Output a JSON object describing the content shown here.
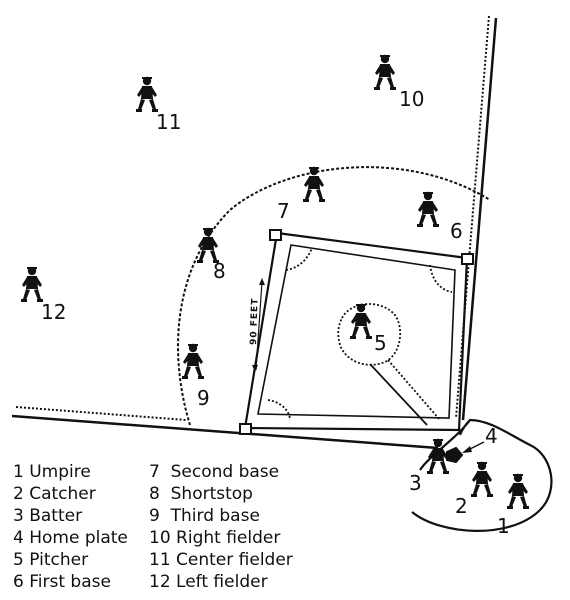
{
  "distance_label": "90 FEET",
  "position_numbers": {
    "umpire": "1",
    "catcher": "2",
    "batter": "3",
    "home_plate": "4",
    "pitcher": "5",
    "first_base": "6",
    "second_base": "7",
    "shortstop": "8",
    "third_base": "9",
    "right_fielder": "10",
    "center_fielder": "11",
    "left_fielder": "12"
  },
  "legend": {
    "left": [
      "1 Umpire",
      "2 Catcher",
      "3 Batter",
      "4 Home plate",
      "5 Pitcher",
      "6 First base"
    ],
    "right": [
      "7  Second base",
      "8  Shortstop",
      "9  Third base",
      "10 Right fielder",
      "11 Center fielder",
      "12 Left fielder"
    ]
  },
  "colors": {
    "ink": "#111111",
    "background": "#ffffff"
  }
}
